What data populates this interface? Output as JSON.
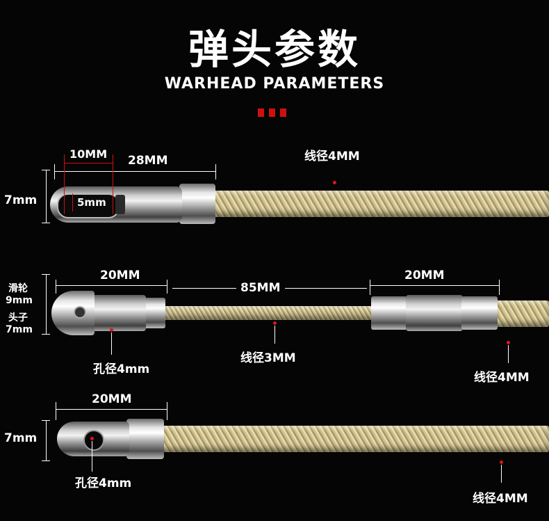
{
  "header": {
    "title": "弹头参数",
    "subtitle": "WARHEAD PARAMETERS"
  },
  "head1": {
    "inner_width": "10MM",
    "total_length": "28MM",
    "height": "7mm",
    "hole": "5mm",
    "wire": "线径4MM"
  },
  "head2": {
    "pulley_label": "滑轮",
    "pulley_size": "9mm",
    "tip_label": "头子",
    "tip_size": "7mm",
    "left_length": "20MM",
    "middle_length": "85MM",
    "right_length": "20MM",
    "hole": "孔径4mm",
    "thin_wire": "线径3MM",
    "thick_wire": "线径4MM"
  },
  "head3": {
    "length": "20MM",
    "height": "7mm",
    "hole": "孔径4mm",
    "wire": "线径4MM"
  },
  "colors": {
    "accent": "#d01010",
    "background": "#050505"
  }
}
